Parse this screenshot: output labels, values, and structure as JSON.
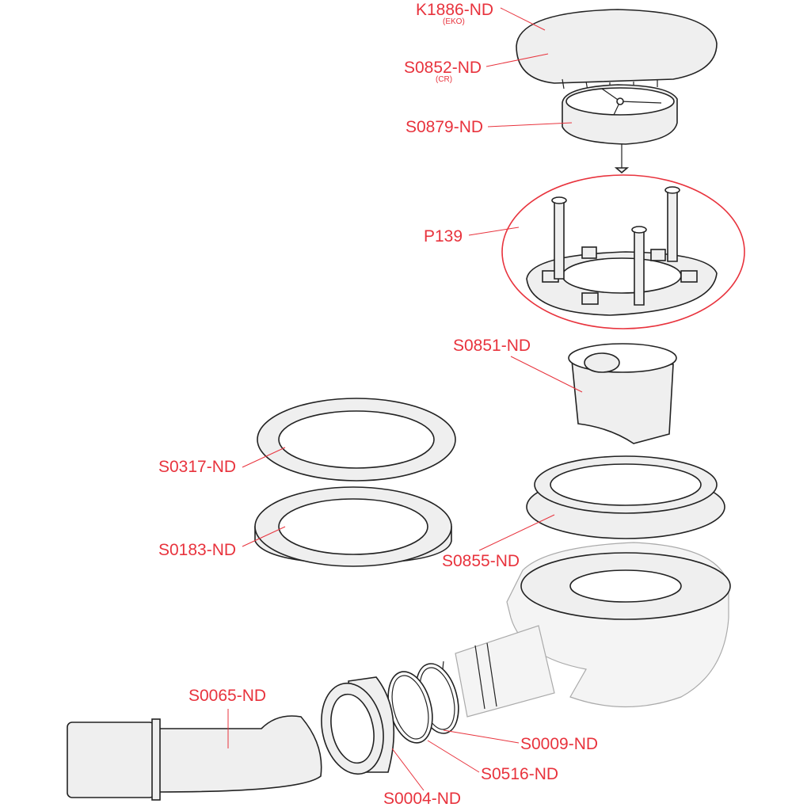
{
  "diagram_title": "",
  "colors": {
    "label": "#e8333d",
    "part_outline": "#222222",
    "part_fill": "#efefef",
    "highlight": "#e8333d"
  },
  "parts": {
    "k1886": {
      "code": "K1886-ND",
      "note": "(EKO)"
    },
    "s0852": {
      "code": "S0852-ND",
      "note": "(CR)"
    },
    "s0879": {
      "code": "S0879-ND"
    },
    "p139": {
      "code": "P139"
    },
    "s0851": {
      "code": "S0851-ND"
    },
    "s0317": {
      "code": "S0317-ND"
    },
    "s0183": {
      "code": "S0183-ND"
    },
    "s0855": {
      "code": "S0855-ND"
    },
    "s0065": {
      "code": "S0065-ND"
    },
    "s0009": {
      "code": "S0009-ND"
    },
    "s0516": {
      "code": "S0516-ND"
    },
    "s0004": {
      "code": "S0004-ND"
    }
  }
}
